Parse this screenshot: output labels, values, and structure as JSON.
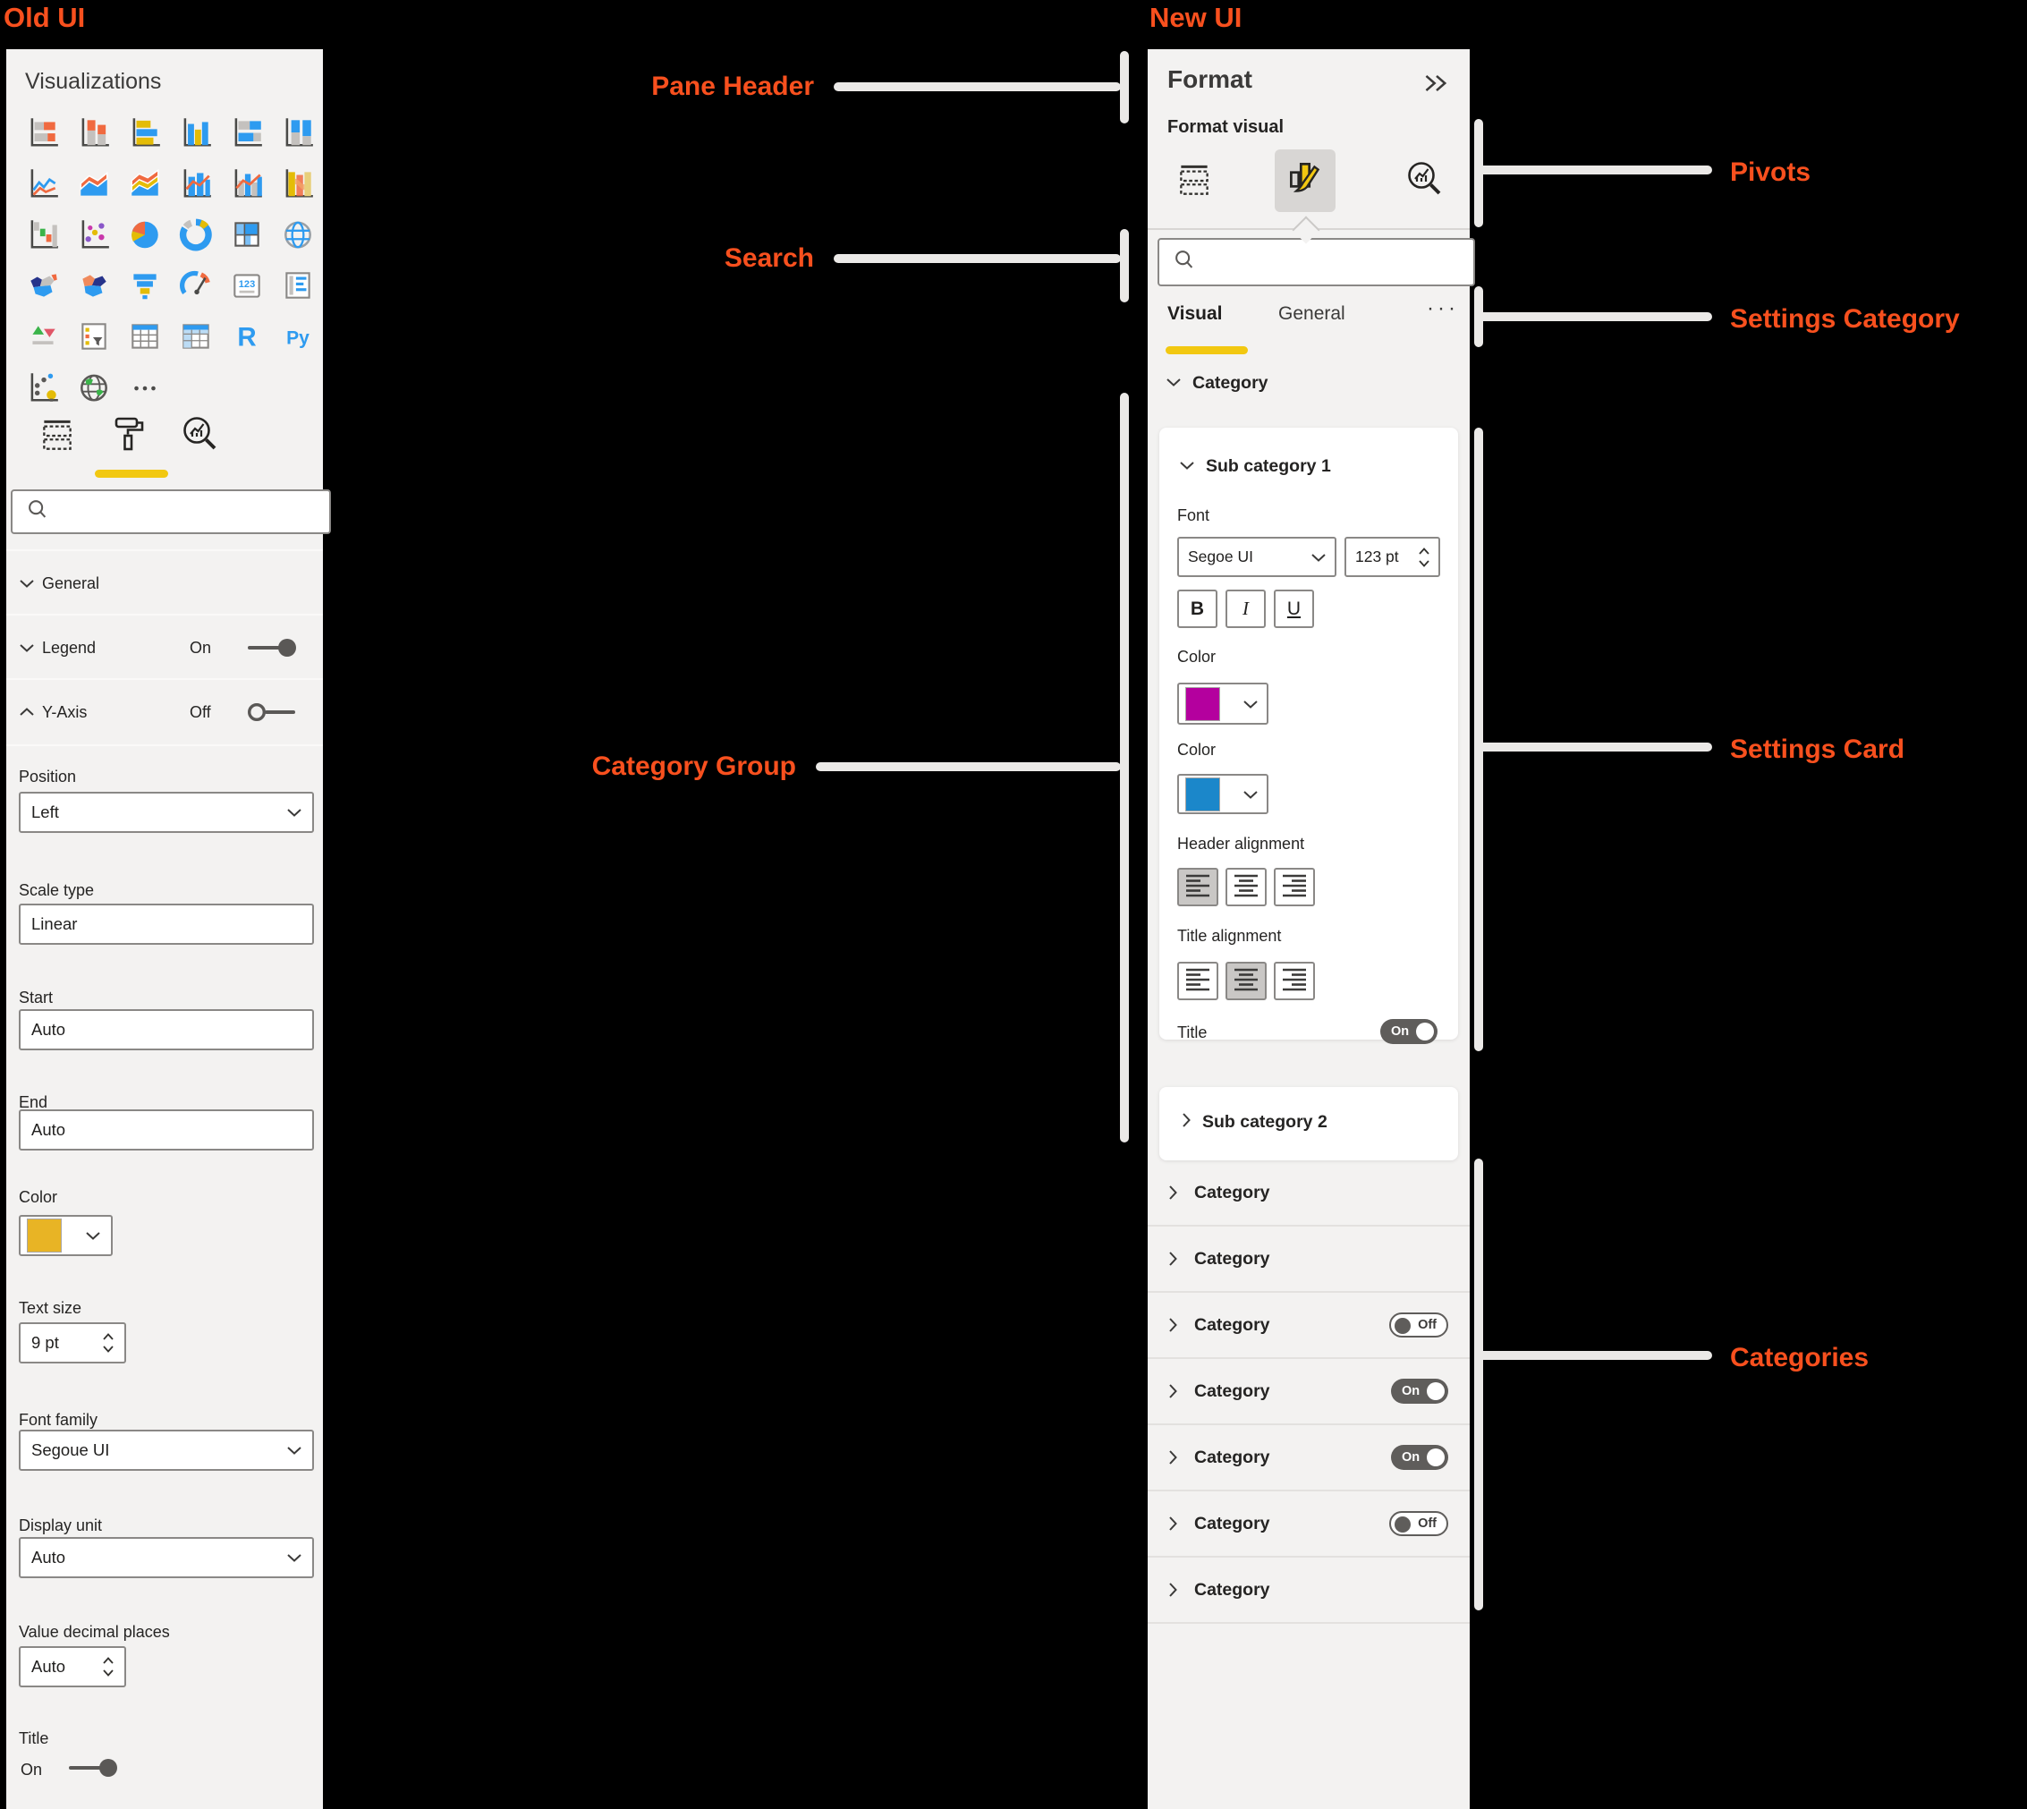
{
  "colors": {
    "accent_yellow": "#F2C811",
    "annotation_orange": "#F8501E",
    "magenta_swatch": "#B4009E",
    "blue_swatch": "#1B87CA",
    "old_yellow_swatch": "#E8B425",
    "toggle_gray": "#5F5D5B"
  },
  "annotations": {
    "old_ui": "Old UI",
    "new_ui": "New UI",
    "pane_header": "Pane Header",
    "search": "Search",
    "category_group": "Category Group",
    "pivots": "Pivots",
    "settings_category": "Settings Category",
    "settings_card": "Settings Card",
    "categories": "Categories"
  },
  "old_ui": {
    "title": "Visualizations",
    "viz_icons": [
      "stacked-bar",
      "stacked-column",
      "clustered-bar",
      "clustered-column",
      "hundred-bar",
      "hundred-column",
      "line",
      "area",
      "stacked-area",
      "line-stacked-column",
      "line-clustered-column",
      "ribbon",
      "waterfall",
      "scatter",
      "pie",
      "donut",
      "treemap",
      "map",
      "filled-map",
      "shape-map",
      "funnel",
      "gauge",
      "card",
      "multi-row-card",
      "kpi",
      "slicer",
      "table",
      "matrix",
      "r-script",
      "python",
      "key-influencers",
      "arcgis-map",
      "more-visuals"
    ],
    "pane_tabs": [
      {
        "icon": "fields"
      },
      {
        "icon": "format",
        "selected": true
      },
      {
        "icon": "analytics"
      }
    ],
    "search": {
      "value": ""
    },
    "sections": [
      {
        "label": "General",
        "chevron": "down"
      },
      {
        "label": "Legend",
        "chevron": "down",
        "state": "On",
        "toggle": "on"
      },
      {
        "label": "Y-Axis",
        "chevron": "up",
        "state": "Off",
        "toggle": "off"
      }
    ],
    "fields": [
      {
        "label": "Position",
        "type": "select",
        "value": "Left"
      },
      {
        "label": "Scale type",
        "type": "text",
        "value": "Linear"
      },
      {
        "label": "Start",
        "type": "text",
        "value": "Auto"
      },
      {
        "label": "End",
        "type": "text",
        "value": "Auto"
      },
      {
        "label": "Color",
        "type": "color",
        "value": "#E8B425"
      },
      {
        "label": "Text size",
        "type": "spinner",
        "value": "9 pt"
      },
      {
        "label": "Font family",
        "type": "select",
        "value": "Segoue UI"
      },
      {
        "label": "Display unit",
        "type": "select",
        "value": "Auto"
      },
      {
        "label": "Value decimal places",
        "type": "spinner",
        "value": "Auto"
      },
      {
        "label": "Title",
        "type": "toggle",
        "value": "On"
      }
    ]
  },
  "new_ui": {
    "header": {
      "title": "Format"
    },
    "subtitle": "Format visual",
    "pivots": [
      {
        "icon": "fields"
      },
      {
        "icon": "format",
        "selected": true
      },
      {
        "icon": "analytics"
      }
    ],
    "search": {
      "value": ""
    },
    "tabs": [
      {
        "label": "Visual",
        "selected": true
      },
      {
        "label": "General"
      }
    ],
    "more_tabs": "···",
    "category_header": "Category",
    "sub_category_1": {
      "title": "Sub category 1",
      "font_label": "Font",
      "font_family": "Segoe UI",
      "font_size": "123 pt",
      "bold": "B",
      "italic": "I",
      "underline": "U",
      "color_label": "Color",
      "color_value": "#B4009E",
      "color2_label": "Color",
      "color2_value": "#1B87CA",
      "header_alignment_label": "Header alignment",
      "title_alignment_label": "Title alignment",
      "title_label": "Title",
      "title_toggle": "On"
    },
    "sub_category_2": {
      "title": "Sub category 2"
    },
    "categories": [
      {
        "label": "Category"
      },
      {
        "label": "Category"
      },
      {
        "label": "Category",
        "toggle": "Off"
      },
      {
        "label": "Category",
        "toggle": "On"
      },
      {
        "label": "Category",
        "toggle": "On"
      },
      {
        "label": "Category",
        "toggle": "Off"
      },
      {
        "label": "Category"
      }
    ]
  }
}
